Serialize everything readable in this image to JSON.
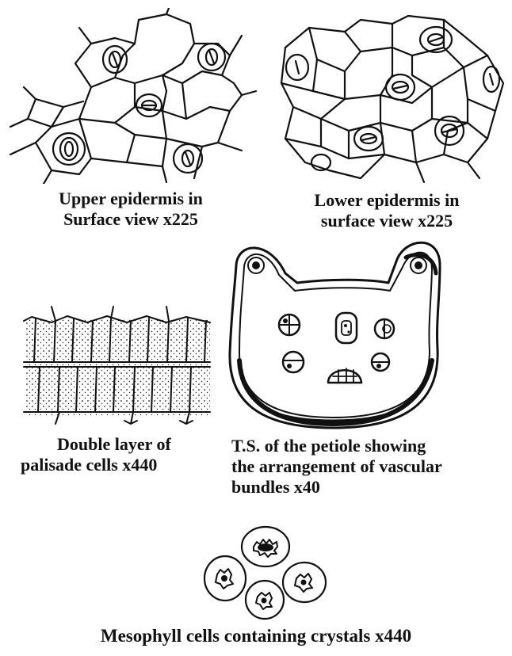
{
  "figures": {
    "upper_epidermis": {
      "caption_line1": "Upper epidermis in",
      "caption_line2": "Surface view x225"
    },
    "lower_epidermis": {
      "caption_line1": "Lower epidermis in",
      "caption_line2": "surface view x225"
    },
    "palisade": {
      "caption_line1": "Double layer of",
      "caption_line2": "palisade cells x440"
    },
    "petiole": {
      "caption_line1": "T.S. of the petiole showing",
      "caption_line2": "the arrangement of vascular",
      "caption_line3": "bundles x40"
    },
    "mesophyll": {
      "caption": "Mesophyll cells containing crystals x440"
    }
  }
}
